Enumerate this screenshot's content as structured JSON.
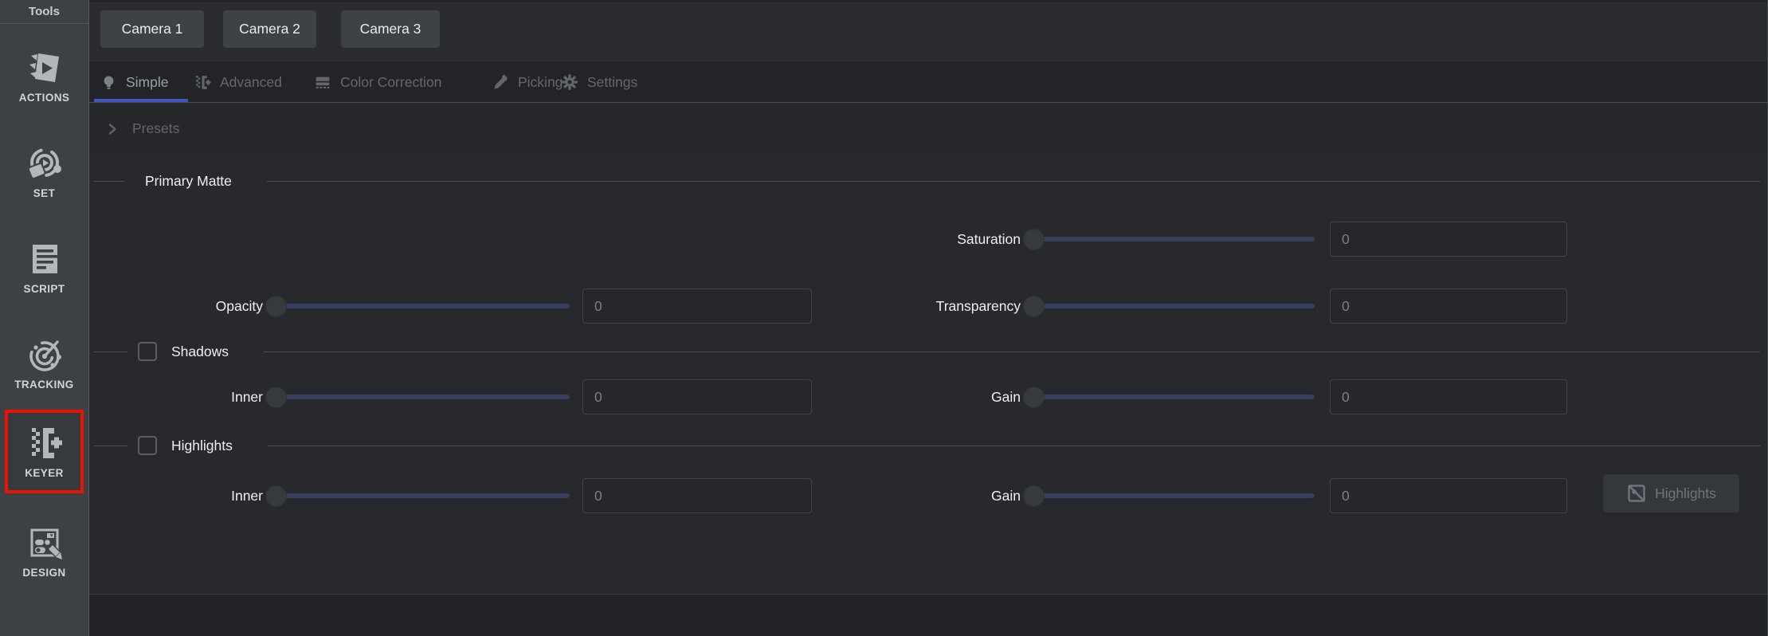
{
  "sidebar": {
    "header": "Tools",
    "items": [
      {
        "label": "ACTIONS",
        "icon": "actions-icon",
        "selected": false
      },
      {
        "label": "SET",
        "icon": "set-icon",
        "selected": false
      },
      {
        "label": "SCRIPT",
        "icon": "script-icon",
        "selected": false
      },
      {
        "label": "TRACKING",
        "icon": "tracking-icon",
        "selected": false
      },
      {
        "label": "KEYER",
        "icon": "keyer-icon",
        "selected": true
      },
      {
        "label": "DESIGN",
        "icon": "design-icon",
        "selected": false
      }
    ]
  },
  "cameras": {
    "buttons": [
      "Camera 1",
      "Camera 2",
      "Camera 3"
    ]
  },
  "tabs": [
    {
      "label": "Simple",
      "icon": "bulb-icon",
      "active": true
    },
    {
      "label": "Advanced",
      "icon": "keyer-small-icon",
      "active": false
    },
    {
      "label": "Color Correction",
      "icon": "color-correction-icon",
      "active": false
    },
    {
      "label": "Picking",
      "icon": "eyedropper-icon",
      "active": false
    },
    {
      "label": "Settings",
      "icon": "gear-icon",
      "active": false
    }
  ],
  "presets": {
    "label": "Presets"
  },
  "sections": {
    "primary_matte": {
      "title": "Primary Matte"
    },
    "shadows": {
      "title": "Shadows",
      "checked": false
    },
    "highlights": {
      "title": "Highlights",
      "checked": false
    }
  },
  "sliders": {
    "saturation": {
      "label": "Saturation",
      "value": "0"
    },
    "opacity": {
      "label": "Opacity",
      "value": "0"
    },
    "transparency": {
      "label": "Transparency",
      "value": "0"
    },
    "shadows_inner": {
      "label": "Inner",
      "value": "0"
    },
    "shadows_gain": {
      "label": "Gain",
      "value": "0"
    },
    "highlights_inner": {
      "label": "Inner",
      "value": "0"
    },
    "highlights_gain": {
      "label": "Gain",
      "value": "0"
    }
  },
  "buttons": {
    "highlights_toggle": "Highlights"
  },
  "colors": {
    "accent_blue": "#4253c4",
    "track_navy": "#373e5e",
    "selection_red": "#ea1204"
  }
}
